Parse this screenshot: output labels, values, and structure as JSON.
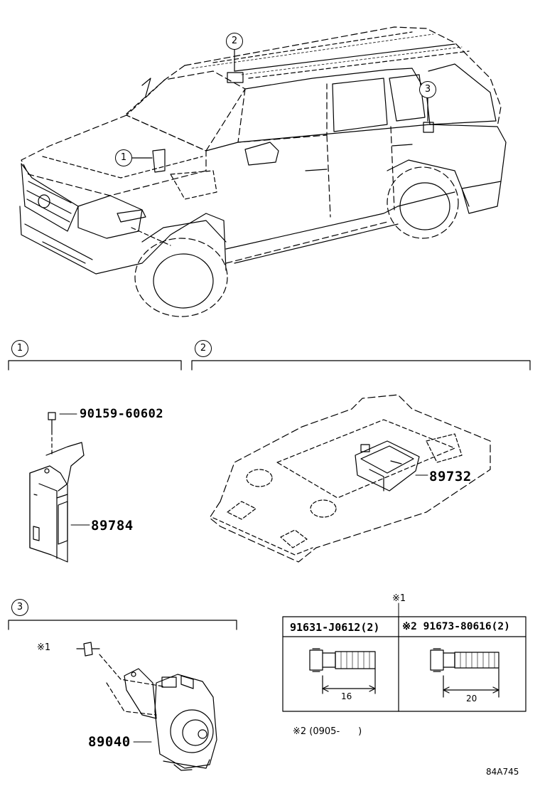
{
  "callouts": {
    "vehicle_1": "1",
    "vehicle_2": "2",
    "vehicle_3": "3",
    "section_1": "1",
    "section_2": "2",
    "section_3": "3"
  },
  "parts": {
    "bolt_90159": "90159-60602",
    "module_89784": "89784",
    "module_89732": "89732",
    "sensor_89040": "89040"
  },
  "notes": {
    "ref_mark_1": "※1",
    "bolt_ref_mark": "※1",
    "range_note": "※2 (0905-　　)"
  },
  "bolt_table": {
    "col1_header": "91631-J0612(2)",
    "col2_header": "※2 91673-80616(2)",
    "col1_dim": "16",
    "col2_dim": "20"
  },
  "diagram_id": "84A745"
}
